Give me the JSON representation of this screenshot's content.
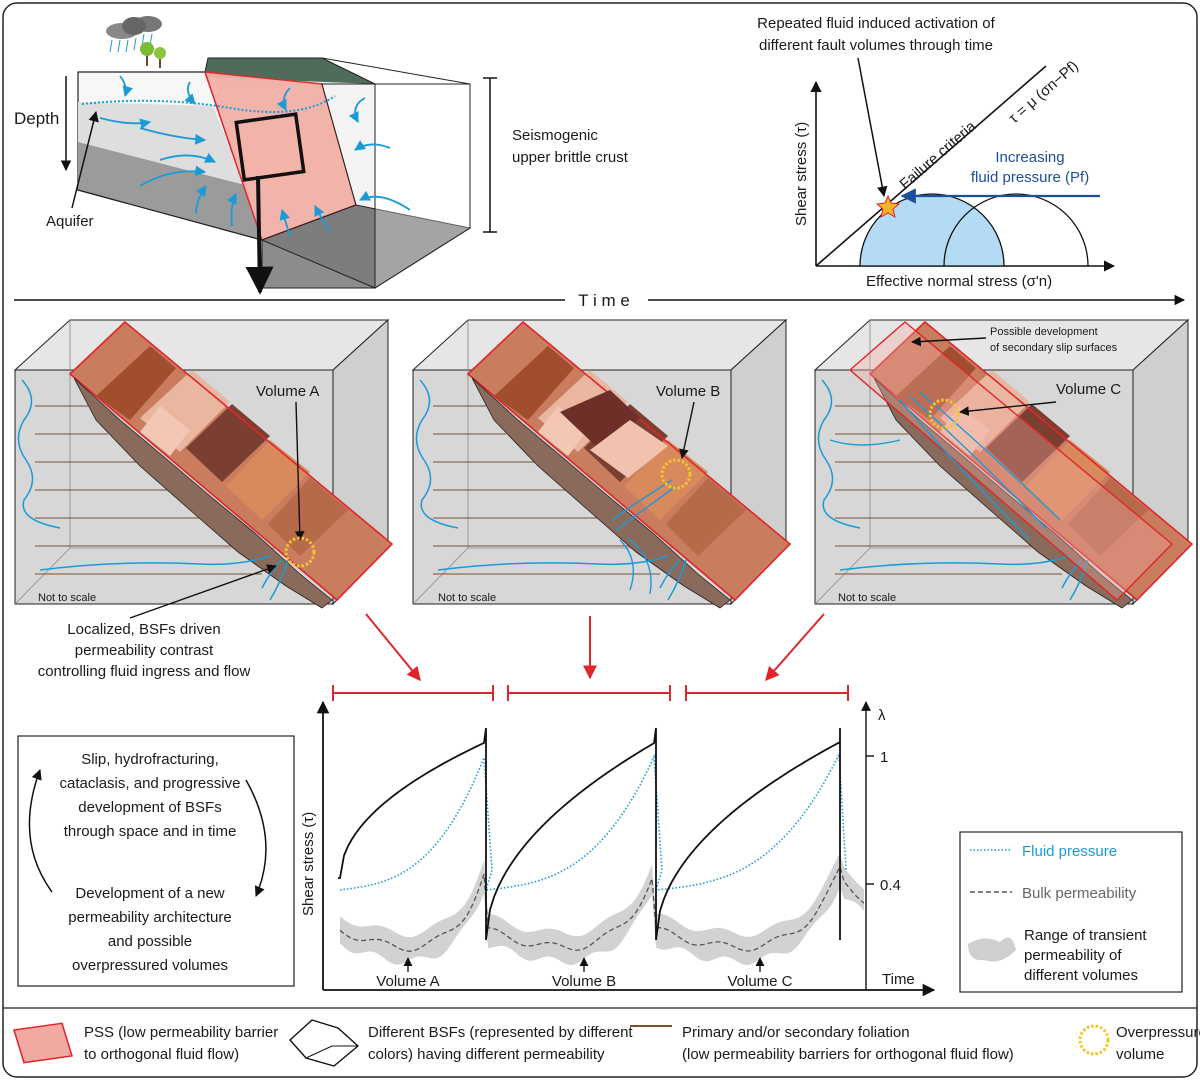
{
  "top_left": {
    "depth_label": "Depth",
    "aquifer_label": "Aquifer",
    "seismogenic_line1": "Seismogenic",
    "seismogenic_line2": "upper brittle crust"
  },
  "top_right": {
    "note_line1": "Repeated fluid induced activation of",
    "note_line2": "different fault volumes through time",
    "failure_label": "Failure criteria",
    "equation": "τ = μ (σn−Pf)",
    "increasing_line1": "Increasing",
    "increasing_line2": "fluid pressure (Pf)",
    "y_axis": "Shear stress (τ)",
    "x_axis": "Effective normal stress (σ'n)"
  },
  "time_label": "T i m e",
  "blocks": [
    {
      "volume": "Volume A",
      "scale": "Not to scale"
    },
    {
      "volume": "Volume B",
      "scale": "Not to scale"
    },
    {
      "volume": "Volume C",
      "scale": "Not to scale",
      "secondary_line1": "Possible development",
      "secondary_line2": "of secondary slip surfaces"
    }
  ],
  "localized": {
    "line1": "Localized, BSFs driven",
    "line2": "permeability contrast",
    "line3": "controlling fluid ingress and flow"
  },
  "cycle_box": {
    "lines_top": [
      "Slip, hydrofracturing,",
      "cataclasis, and progressive",
      "development of BSFs",
      "through space and in time"
    ],
    "lines_bottom": [
      "Development of a new",
      "permeability architecture",
      "and possible",
      "overpressured volumes"
    ]
  },
  "chart_data": {
    "type": "line",
    "ylabel": "Shear stress (τ)",
    "xlabel": "Time",
    "right_axis_label": "λ",
    "right_ticks": [
      "1",
      "0.4"
    ],
    "volume_labels": [
      "Volume A",
      "Volume B",
      "Volume C"
    ],
    "series": [
      {
        "name": "Fluid pressure",
        "color": "#1a9bd7",
        "style": "dotted"
      },
      {
        "name": "Bulk permeability",
        "color": "#555555",
        "style": "dashed"
      },
      {
        "name": "Range of transient permeability of different volumes",
        "color": "#cfcfcf",
        "style": "band"
      }
    ],
    "legend": {
      "fluid": "Fluid pressure",
      "bulk": "Bulk permeability",
      "range_line1": "Range of transient",
      "range_line2": "permeability of",
      "range_line3": "different volumes"
    }
  },
  "bottom_legend": {
    "pss_line1": "PSS (low permeability barrier",
    "pss_line2": "to orthogonal fluid flow)",
    "bsf_line1": "Different BSFs (represented by different",
    "bsf_line2": "colors) having different permeability",
    "fol_line1": "Primary and/or secondary foliation",
    "fol_line2": "(low permeability barriers for orthogonal fluid flow)",
    "ovp_line1": "Overpressured",
    "ovp_line2": "volume"
  },
  "colors": {
    "pss_fill": "#f2a9a1",
    "pss_stroke": "#e0262b",
    "fluid": "#1a9bd7",
    "overpressure": "#f3c52b",
    "arrow_red": "#e0262b"
  }
}
